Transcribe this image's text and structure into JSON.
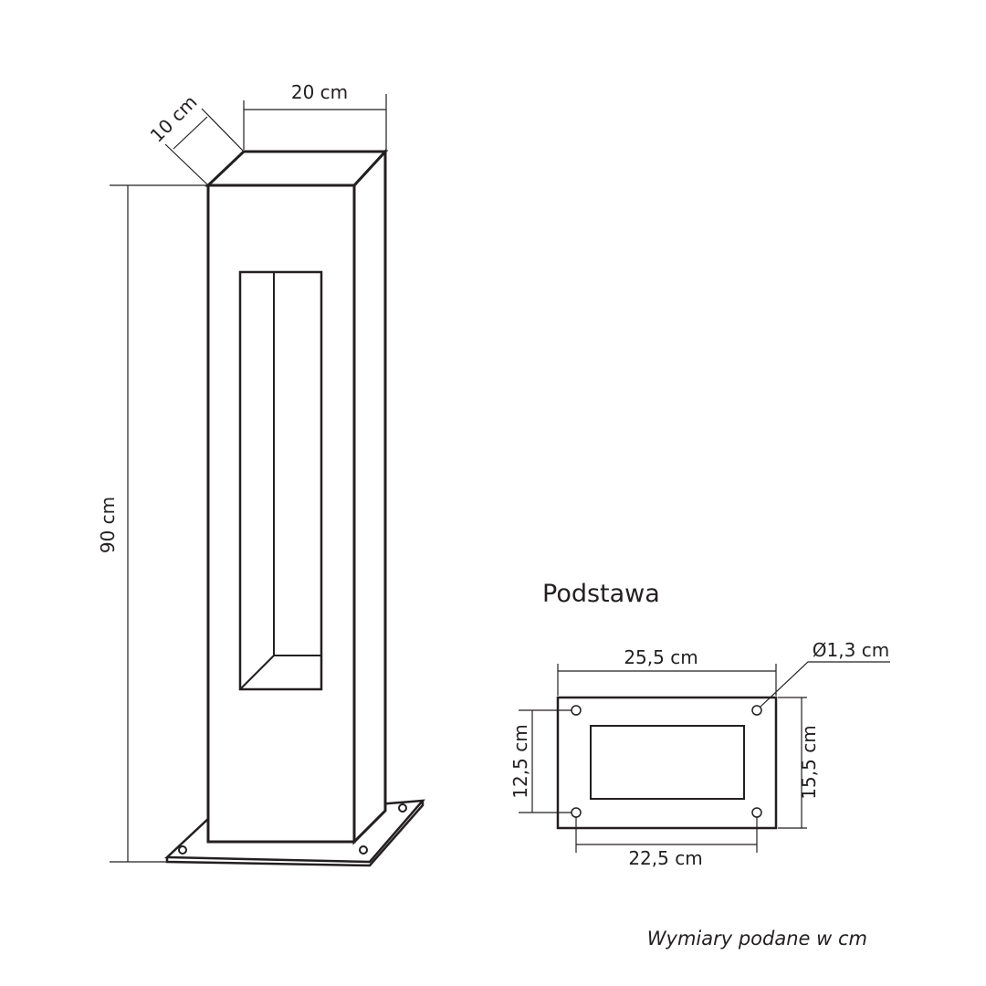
{
  "lamp": {
    "dim_width": "20 cm",
    "dim_depth": "10 cm",
    "dim_height": "90 cm"
  },
  "base": {
    "title": "Podstawa",
    "dim_width": "25,5 cm",
    "dim_hole": "Ø1,3 cm",
    "dim_height": "15,5 cm",
    "dim_hole_vertical": "12,5 cm",
    "dim_hole_horizontal": "22,5 cm"
  },
  "footnote": "Wymiary podane w cm",
  "colors": {
    "line": "#231f20",
    "background": "#ffffff"
  }
}
